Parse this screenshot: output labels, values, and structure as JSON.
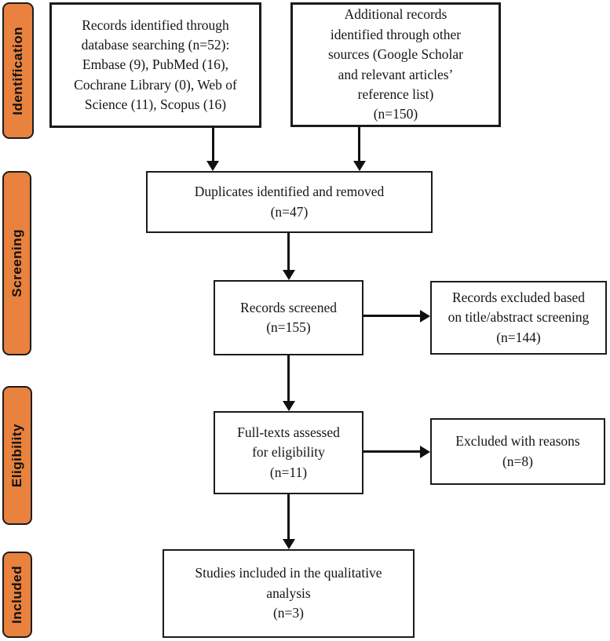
{
  "colors": {
    "stage_fill": "#E8823E",
    "stage_border": "#1c1c1c",
    "box_border": "#1b1b1b",
    "arrow": "#111111"
  },
  "stages": [
    {
      "id": "identification",
      "label": "Identification"
    },
    {
      "id": "screening",
      "label": "Screening"
    },
    {
      "id": "eligibility",
      "label": "Eligibility"
    },
    {
      "id": "included",
      "label": "Included"
    }
  ],
  "boxes": [
    {
      "id": "records-identified",
      "stage": "identification",
      "n": 52,
      "text": "Records identified through\ndatabase searching (n=52):\nEmbase (9), PubMed (16),\nCochrane Library (0), Web of\nScience (11), Scopus (16)"
    },
    {
      "id": "additional-records",
      "stage": "identification",
      "n": 150,
      "text": "Additional records\nidentified through other\nsources (Google Scholar\nand relevant articles’\nreference list)\n(n=150)"
    },
    {
      "id": "duplicates-removed",
      "stage": "screening",
      "n": 47,
      "text": "Duplicates identified and removed\n(n=47)"
    },
    {
      "id": "records-screened",
      "stage": "screening",
      "n": 155,
      "text": "Records screened\n(n=155)"
    },
    {
      "id": "records-excluded-screening",
      "stage": "screening",
      "n": 144,
      "text": "Records excluded based\non title/abstract screening\n(n=144)"
    },
    {
      "id": "fulltexts-assessed",
      "stage": "eligibility",
      "n": 11,
      "text": "Full-texts assessed\nfor eligibility\n(n=11)"
    },
    {
      "id": "excluded-with-reasons",
      "stage": "eligibility",
      "n": 8,
      "text": "Excluded with reasons\n(n=8)"
    },
    {
      "id": "studies-included",
      "stage": "included",
      "n": 3,
      "text": "Studies included in the qualitative\nanalysis\n(n=3)"
    }
  ],
  "edges": [
    {
      "from": "records-identified",
      "to": "duplicates-removed"
    },
    {
      "from": "additional-records",
      "to": "duplicates-removed"
    },
    {
      "from": "duplicates-removed",
      "to": "records-screened"
    },
    {
      "from": "records-screened",
      "to": "records-excluded-screening"
    },
    {
      "from": "records-screened",
      "to": "fulltexts-assessed"
    },
    {
      "from": "fulltexts-assessed",
      "to": "excluded-with-reasons"
    },
    {
      "from": "fulltexts-assessed",
      "to": "studies-included"
    }
  ]
}
